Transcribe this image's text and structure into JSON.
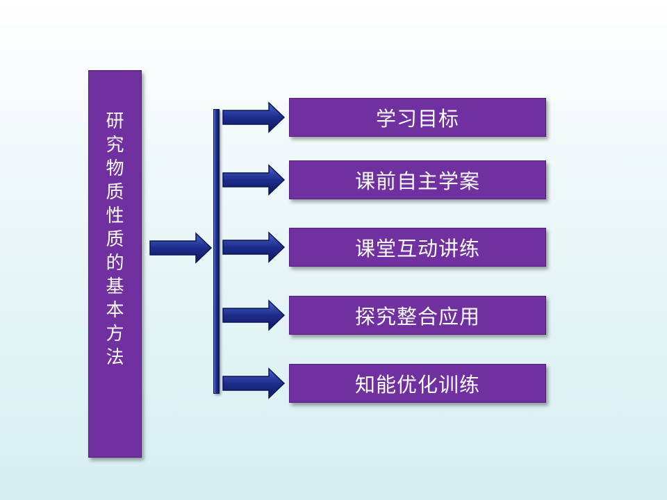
{
  "main": {
    "title": "研究物质性质的基本方法"
  },
  "items": [
    {
      "label": "学习目标"
    },
    {
      "label": "课前自主学案"
    },
    {
      "label": "课堂互动讲练"
    },
    {
      "label": "探究整合应用"
    },
    {
      "label": "知能优化训练"
    }
  ],
  "colors": {
    "box_fill": "#7030a0",
    "arrow_fill": "#1f2f8f",
    "background": "#d6eef1"
  }
}
